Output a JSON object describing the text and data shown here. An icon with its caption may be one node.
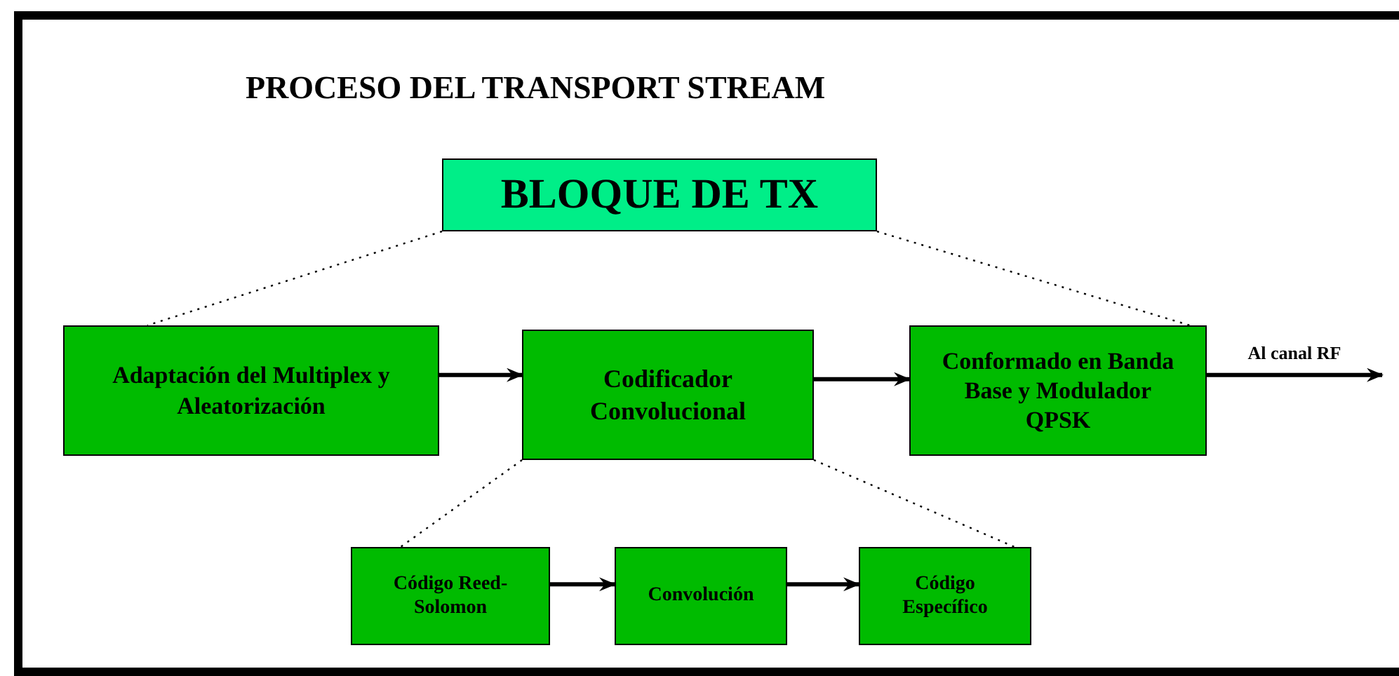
{
  "diagram": {
    "title": "PROCESO DEL TRANSPORT STREAM",
    "nodes": [
      {
        "text": [
          "BLOQUE DE TX"
        ]
      },
      {
        "text": [
          "Adaptación del Multiplex y Aleatorización"
        ]
      },
      {
        "text": [
          "Codificador Convolucional"
        ]
      },
      {
        "text": [
          "Conformado en Banda Base y Modulador QPSK"
        ]
      },
      {
        "text": [
          "Código Reed-Solomon"
        ]
      },
      {
        "text": [
          "Convolución"
        ]
      },
      {
        "text": [
          "Código Específico"
        ]
      }
    ],
    "edges": [
      {
        "from": 0,
        "to": 1,
        "arrow": "none",
        "style": "dashed"
      },
      {
        "from": 0,
        "to": 3,
        "arrow": "none",
        "style": "dashed"
      },
      {
        "from": 1,
        "to": 2,
        "arrow": "to"
      },
      {
        "from": 2,
        "to": 3,
        "arrow": "to"
      },
      {
        "from": 3,
        "to": null,
        "arrow": "to",
        "label": "Al canal RF"
      },
      {
        "from": 2,
        "to": 4,
        "arrow": "none",
        "style": "dashed"
      },
      {
        "from": 2,
        "to": 6,
        "arrow": "none",
        "style": "dashed"
      },
      {
        "from": 4,
        "to": 5,
        "arrow": "to"
      },
      {
        "from": 5,
        "to": 6,
        "arrow": "to"
      }
    ]
  }
}
